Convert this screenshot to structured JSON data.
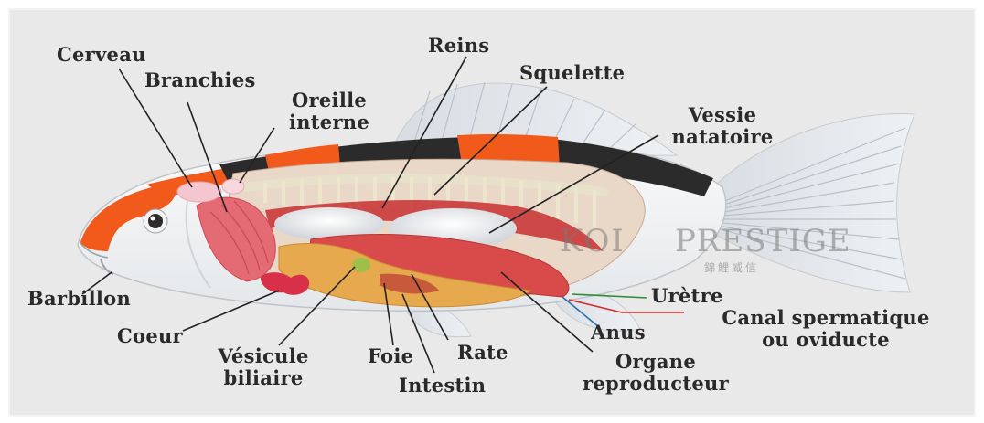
{
  "labels": {
    "cerveau": "Cerveau",
    "branchies": "Branchies",
    "oreille": [
      "Oreille",
      "interne"
    ],
    "reins": "Reins",
    "squelette": "Squelette",
    "vessie": [
      "Vessie",
      "natatoire"
    ],
    "barbillon": "Barbillon",
    "coeur": "Coeur",
    "vesicule": [
      "Vésicule",
      "biliaire"
    ],
    "foie": "Foie",
    "intestin": "Intestin",
    "rate": "Rate",
    "anus": "Anus",
    "organe": [
      "Organe",
      "reproducteur"
    ],
    "uretre": "Urètre",
    "canal": [
      "Canal spermatique",
      "ou oviducte"
    ]
  },
  "watermark": {
    "brand_left": "KOI",
    "brand_right": "PRESTIGE",
    "sub": "錦鯉威信"
  },
  "colors": {
    "background": "#e9e9e9",
    "koi_orange": "#f25a1c",
    "koi_black": "#2b2b2b",
    "label_text": "#2a2a2a",
    "leader_line": "#222222",
    "uretre_line": "#2e8b3a",
    "canal_line": "#d62828",
    "anus_line": "#2a6fb0"
  }
}
